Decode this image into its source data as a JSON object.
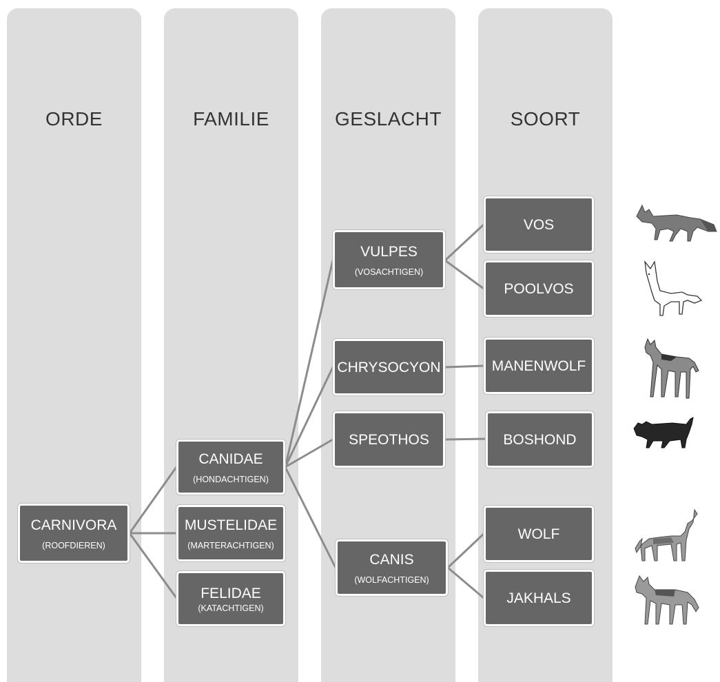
{
  "columns": {
    "orde": "ORDE",
    "familie": "FAMILIE",
    "geslacht": "GESLACHT",
    "soort": "SOORT"
  },
  "orde": {
    "carnivora": {
      "name": "CARNIVORA",
      "common": "(ROOFDIEREN)"
    }
  },
  "familie": {
    "canidae": {
      "name": "CANIDAE",
      "common": "(HONDACHTIGEN)"
    },
    "mustelidae": {
      "name": "MUSTELIDAE",
      "common": "(MARTERACHTIGEN)"
    },
    "felidae": {
      "name": "FELIDAE",
      "common": "(KATACHTIGEN)"
    }
  },
  "geslacht": {
    "vulpes": {
      "name": "VULPES",
      "common": "(VOSACHTIGEN)"
    },
    "chrysocyon": {
      "name": "CHRYSOCYON"
    },
    "speothos": {
      "name": "SPEOTHOS"
    },
    "canis": {
      "name": "CANIS",
      "common": "(WOLFACHTIGEN)"
    }
  },
  "soort": {
    "vos": "VOS",
    "poolvos": "POOLVOS",
    "manenwolf": "MANENWOLF",
    "boshond": "BOSHOND",
    "wolf": "WOLF",
    "jakhals": "JAKHALS"
  },
  "colors": {
    "column_bg": "#dddddd",
    "node_bg": "#666666",
    "node_text": "#ffffff",
    "connector": "#8c8c8c"
  },
  "icons": [
    "fox-icon",
    "arctic-fox-icon",
    "maned-wolf-icon",
    "bush-dog-icon",
    "howling-wolf-icon",
    "jackal-icon"
  ]
}
